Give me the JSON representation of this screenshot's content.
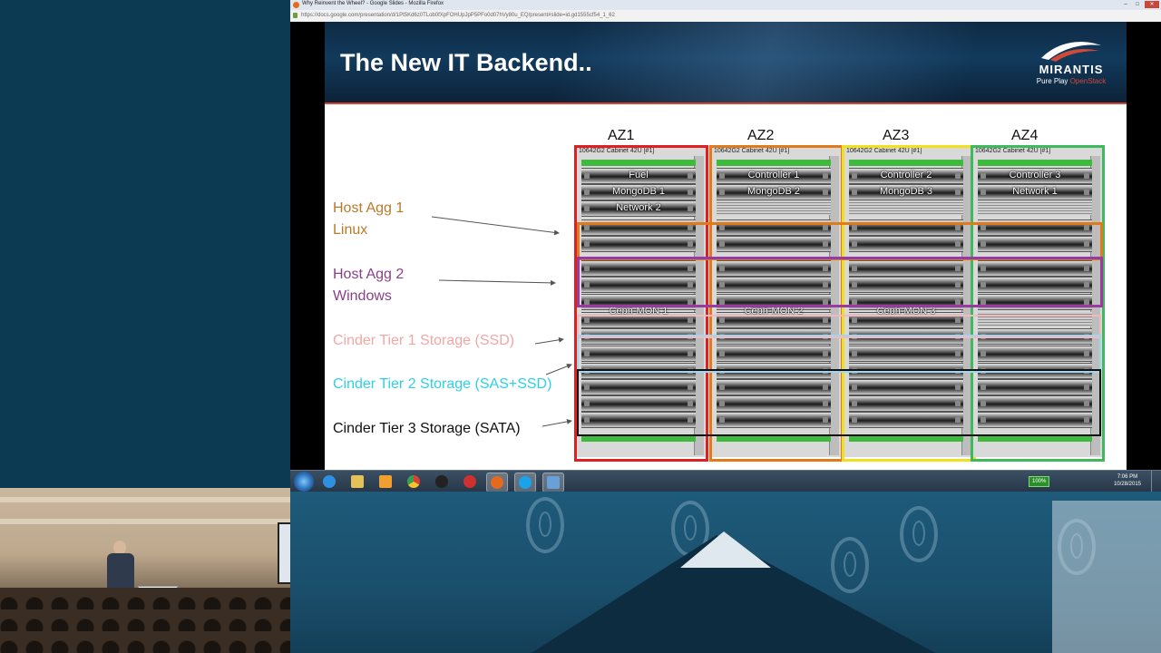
{
  "browser": {
    "window_title": "Why Reinvent the Wheel? - Google Slides - Mozilla Firefox",
    "url": "https://docs.google.com/presentation/d/1Pt5Kd6z0TLob0fXpFOHUpJpP5PFo0d07hVy80u_EQ/present#slide=id.gd1555cf54_1_62"
  },
  "slide": {
    "title": "The New IT Backend..",
    "logo": {
      "name": "MIRANTIS",
      "tagline_1": "Pure Play",
      "tagline_2": "OpenStack"
    },
    "labels": [
      {
        "text": "Host Agg 1",
        "color": "#b87a2a"
      },
      {
        "text": "Linux",
        "color": "#b87a2a"
      },
      {
        "text": "Host Agg 2",
        "color": "#8a3f8a"
      },
      {
        "text": "Windows",
        "color": "#8a3f8a"
      },
      {
        "text": "Cinder Tier 1 Storage (SSD)",
        "color": "#f2a6a6"
      },
      {
        "text": "Cinder Tier 2 Storage (SAS+SSD)",
        "color": "#2fd0e6"
      },
      {
        "text": "Cinder Tier 3 Storage (SATA)",
        "color": "#111111"
      }
    ],
    "zones": [
      "AZ1",
      "AZ2",
      "AZ3",
      "AZ4"
    ],
    "zone_colors": [
      "#e02020",
      "#e07a1a",
      "#f0e020",
      "#3fba5a"
    ],
    "cabinet_label": "10642G2 Cabinet 42U [#1]",
    "cabinets": [
      {
        "top": [
          "Fuel",
          "MongoDB 1",
          "Network 2"
        ],
        "ceph": "Ceph-MON 1"
      },
      {
        "top": [
          "Controller 1",
          "MongoDB 2",
          ""
        ],
        "ceph": "Ceph-MON 2"
      },
      {
        "top": [
          "Controller 2",
          "MongoDB 3",
          ""
        ],
        "ceph": "Ceph-MON 3"
      },
      {
        "top": [
          "Controller 3",
          "Network 1",
          ""
        ],
        "ceph": ""
      }
    ],
    "band_colors": {
      "host_agg_1": "#e07a1a",
      "host_agg_2": "#9a3aa0",
      "tier1": "#f3b8c0",
      "tier2": "#9fd6f0",
      "tier3": "#111111"
    }
  },
  "taskbar": {
    "apps": [
      "start-orb",
      "ie",
      "explorer",
      "media-player",
      "chrome",
      "unknown-app",
      "app-red",
      "firefox",
      "skype",
      "remote-desktop"
    ],
    "tray": {
      "zoom": "100%",
      "time": "7:06 PM",
      "date": "10/28/2015"
    }
  }
}
